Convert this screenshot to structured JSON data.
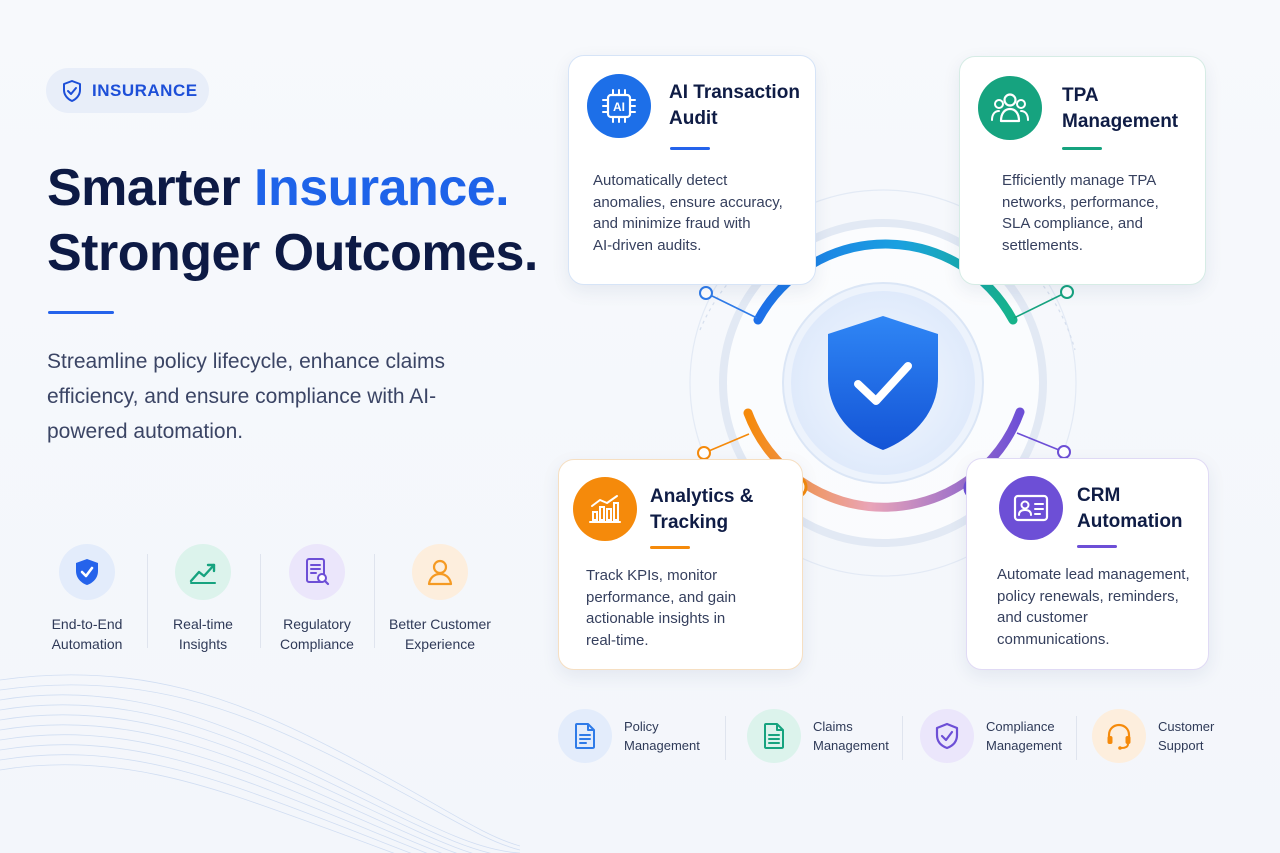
{
  "badge": {
    "label": "INSURANCE",
    "icon": "shield-check-icon"
  },
  "headline": {
    "part1": "Smarter ",
    "accent": "Insurance.",
    "line2": "Stronger Outcomes."
  },
  "lede": "Streamline policy lifecycle, enhance claims efficiency, and ensure compliance with AI-powered automation.",
  "features": [
    {
      "line1": "End-to-End",
      "line2": "Automation",
      "icon": "shield-check-icon",
      "color": "#2563eb"
    },
    {
      "line1": "Real-time",
      "line2": "Insights",
      "icon": "trend-up-icon",
      "color": "#16a37f"
    },
    {
      "line1": "Regulatory",
      "line2": "Compliance",
      "icon": "document-search-icon",
      "color": "#6d4fd6"
    },
    {
      "line1": "Better Customer",
      "line2": "Experience",
      "icon": "user-icon",
      "color": "#f59a23"
    }
  ],
  "cards": {
    "ai_audit": {
      "title1": "AI Transaction",
      "title2": "Audit",
      "desc": [
        "Automatically detect",
        "anomalies, ensure accuracy,",
        "and minimize fraud with",
        "AI-driven audits."
      ],
      "icon": "ai-chip-icon",
      "icon_text": "AI",
      "color": "#1d6fe8"
    },
    "tpa": {
      "title1": "TPA",
      "title2": "Management",
      "desc": [
        "Efficiently manage TPA",
        "networks, performance,",
        "SLA compliance, and",
        "settlements."
      ],
      "icon": "users-icon",
      "color": "#16a37f"
    },
    "analytics": {
      "title1": "Analytics &",
      "title2": "Tracking",
      "desc": [
        "Track KPIs, monitor",
        "performance, and gain",
        "actionable insights in",
        "real-time."
      ],
      "icon": "bar-chart-icon",
      "color": "#f58a0b"
    },
    "crm": {
      "title1": "CRM",
      "title2": "Automation",
      "desc": [
        "Automate lead management,",
        "policy renewals, reminders,",
        "and customer",
        "communications."
      ],
      "icon": "id-card-icon",
      "color": "#6d4fd6"
    }
  },
  "bottom": [
    {
      "line1": "Policy",
      "line2": "Management",
      "icon": "policy-document-icon",
      "color": "#2f7be8"
    },
    {
      "line1": "Claims",
      "line2": "Management",
      "icon": "claims-document-icon",
      "color": "#16a37f"
    },
    {
      "line1": "Compliance",
      "line2": "Management",
      "icon": "shield-check-icon",
      "color": "#6d4fd6"
    },
    {
      "line1": "Customer",
      "line2": "Support",
      "icon": "headset-icon",
      "color": "#f58a0b"
    }
  ]
}
